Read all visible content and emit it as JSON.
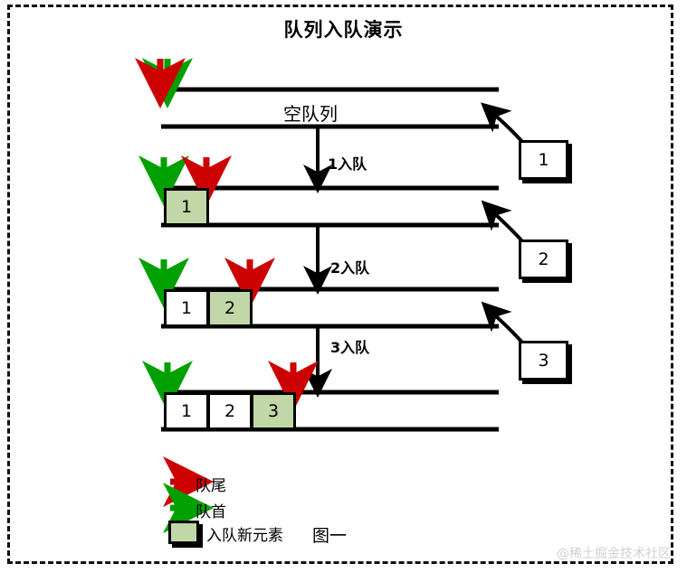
{
  "title": "队列入队演示",
  "figure_label": "图一",
  "watermark": "@稀土掘金技术社区",
  "empty_queue_label": "空队列",
  "steps": [
    {
      "label": "1入队"
    },
    {
      "label": "2入队"
    },
    {
      "label": "3入队"
    }
  ],
  "rows": [
    {
      "name": "row-empty",
      "cells": []
    },
    {
      "name": "row-one",
      "cells": [
        {
          "value": "1",
          "new": true
        }
      ]
    },
    {
      "name": "row-two",
      "cells": [
        {
          "value": "1",
          "new": false
        },
        {
          "value": "2",
          "new": true
        }
      ]
    },
    {
      "name": "row-three",
      "cells": [
        {
          "value": "1",
          "new": false
        },
        {
          "value": "2",
          "new": false
        },
        {
          "value": "3",
          "new": true
        }
      ]
    }
  ],
  "incoming_boxes": [
    {
      "value": "1"
    },
    {
      "value": "2"
    },
    {
      "value": "3"
    }
  ],
  "legend": [
    {
      "icon": "red-arrow-icon",
      "label": "队尾"
    },
    {
      "icon": "green-arrow-icon",
      "label": "队首"
    },
    {
      "icon": "green-box-icon",
      "label": "入队新元素"
    }
  ],
  "colors": {
    "tail_arrow": "#cc0000",
    "head_arrow": "#00a000",
    "new_element_fill": "#c2d7a7",
    "line": "#000000",
    "watermark": "#d0d0d0"
  }
}
